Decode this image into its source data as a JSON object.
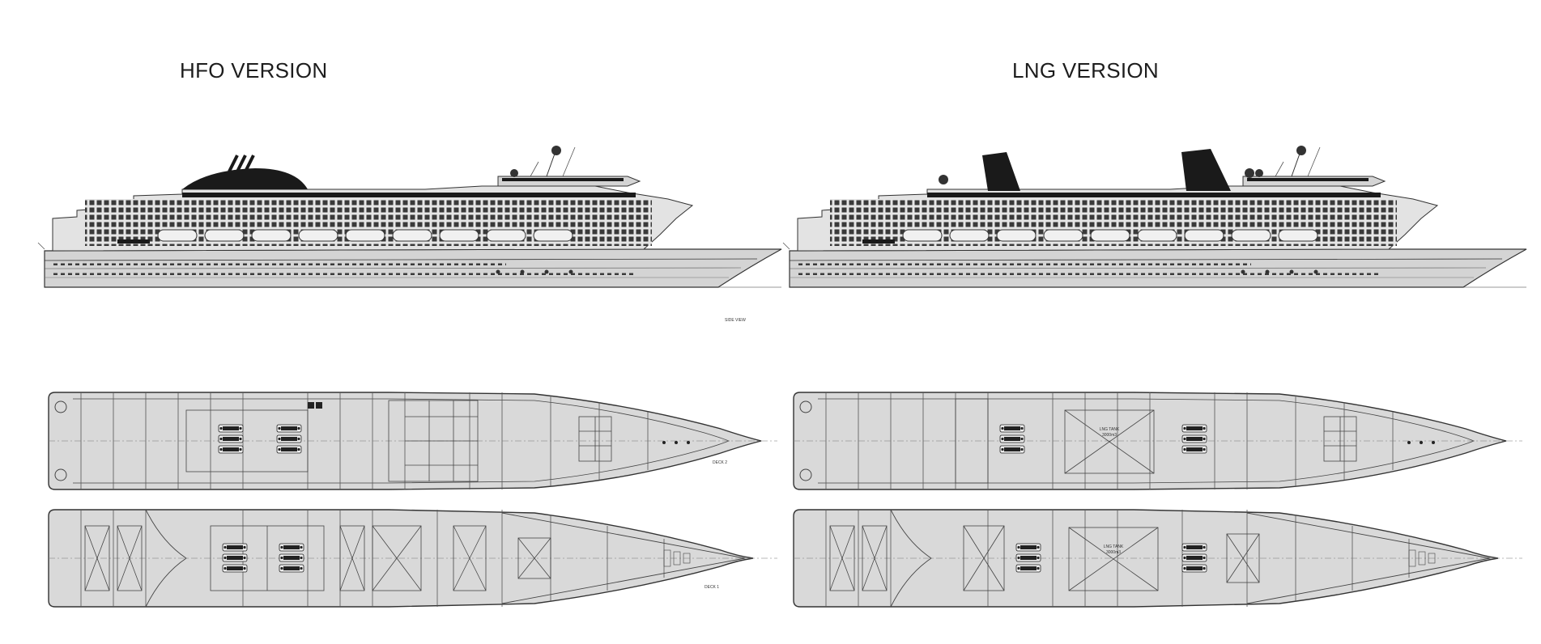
{
  "titles": {
    "hfo": "HFO VERSION",
    "lng": "LNG VERSION"
  },
  "labels": {
    "side_view": "SIDE VIEW",
    "deck_upper": "DECK 2",
    "deck_lower": "DECK 1",
    "lng_tank_line1": "LNG TANK",
    "lng_tank_line2": "3000m3"
  },
  "colors": {
    "hull": "#d4d4d4",
    "dark": "#1a1a1a",
    "deck_fill": "#d9d9d9",
    "line": "#333333"
  }
}
